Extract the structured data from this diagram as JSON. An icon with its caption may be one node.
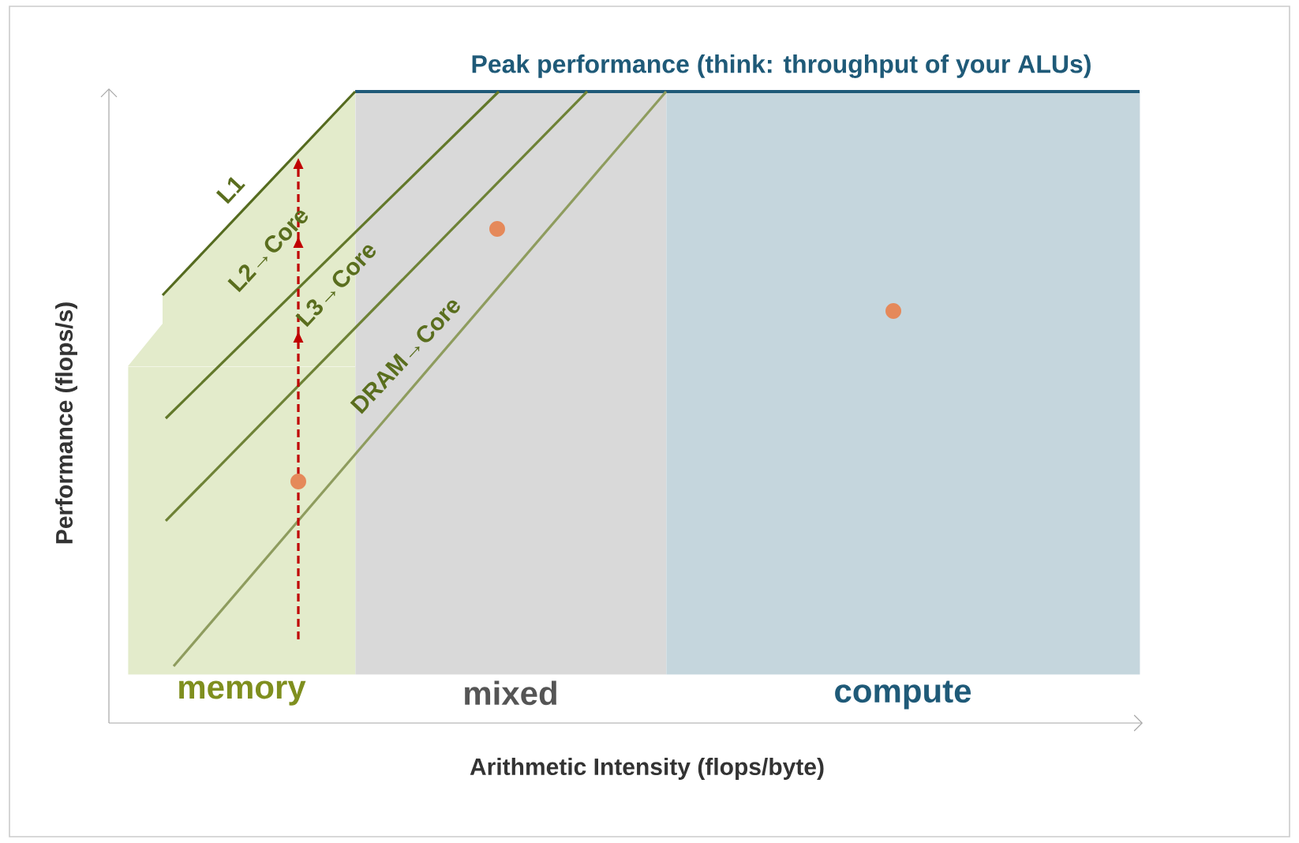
{
  "diagram": {
    "nodes": [
      {
        "text": [
          "memory"
        ]
      },
      {
        "text": [
          "mixed"
        ]
      },
      {
        "text": [
          "compute"
        ]
      }
    ],
    "labels": [
      "Peak performance (think: throughput of your ALUs)",
      "L1",
      "L2→Core",
      "L3→Core",
      "DRAM→Core",
      "Performance (flops/s)",
      "Arithmetic Intensity (flops/byte)"
    ]
  }
}
